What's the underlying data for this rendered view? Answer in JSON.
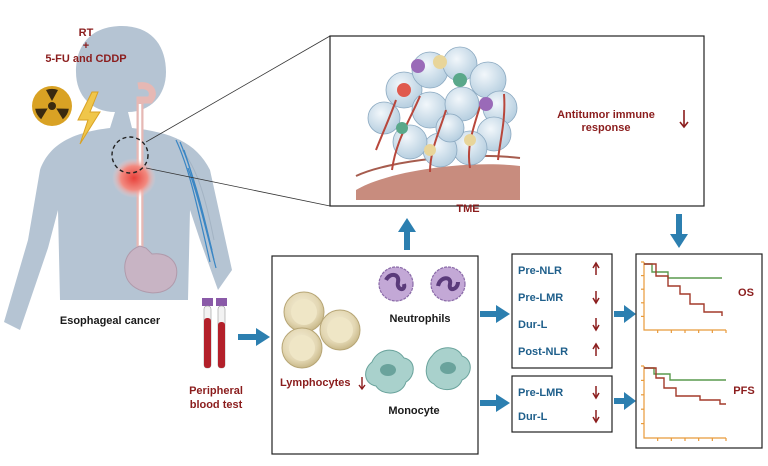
{
  "treatment": {
    "line1": "RT",
    "line2": "+",
    "line3": "5-FU and CDDP"
  },
  "labels": {
    "esophageal_cancer": "Esophageal cancer",
    "peripheral_line1": "Peripheral",
    "peripheral_line2": "blood test",
    "lymphocytes": "Lymphocytes",
    "neutrophils": "Neutrophils",
    "monocyte": "Monocyte",
    "tme": "TME",
    "antitumor_line1": "Antitumor immune",
    "antitumor_line2": "response"
  },
  "os_markers": [
    {
      "label": "Pre-NLR",
      "direction": "up"
    },
    {
      "label": "Pre-LMR",
      "direction": "down"
    },
    {
      "label": "Dur-L",
      "direction": "down"
    },
    {
      "label": "Post-NLR",
      "direction": "up"
    }
  ],
  "pfs_markers": [
    {
      "label": "Pre-LMR",
      "direction": "down"
    },
    {
      "label": "Dur-L",
      "direction": "down"
    }
  ],
  "curves": {
    "os_label": "OS",
    "pfs_label": "PFS"
  },
  "colors": {
    "accent_red": "#8b1d1d",
    "accent_blue": "#1f5f8b",
    "arrow": "#2c7fb0",
    "km_green": "#5a9a4e",
    "km_red": "#a33a2a",
    "axis_orange": "#e89a3a"
  }
}
